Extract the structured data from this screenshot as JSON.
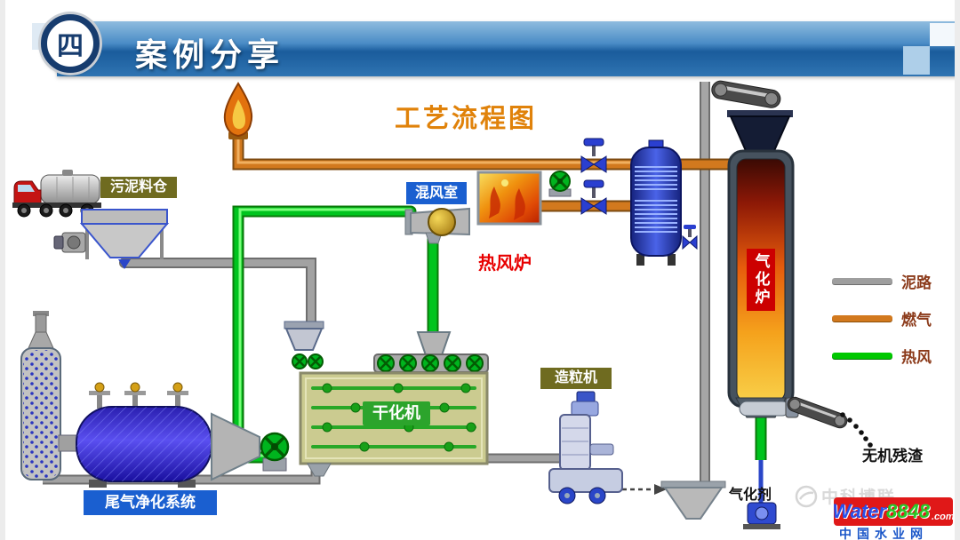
{
  "slide": {
    "section_badge": "四",
    "header_title": "案例分享"
  },
  "diagram": {
    "title": "工艺流程图",
    "equipment_labels": {
      "sludge_silo": "污泥料仓",
      "mixing_chamber": "混风室",
      "hot_blast_stove": "热风炉",
      "gasifier": "气化炉",
      "dryer": "干化机",
      "granulator": "造粒机",
      "tail_gas_purification": "尾气净化系统"
    },
    "flow_labels": {
      "inorganic_residue": "无机残渣",
      "gasification_agent": "气化剂"
    },
    "legend": {
      "items": [
        {
          "label": "泥路",
          "color": "#9e9e9e"
        },
        {
          "label": "燃气",
          "color": "#d2791e"
        },
        {
          "label": "热风",
          "color": "#00c800"
        }
      ]
    },
    "colors": {
      "header_blue": "#1a5c9c",
      "title_orange": "#e0820a",
      "label_olive": "#6f6b20",
      "label_blue": "#1a5fd0",
      "stove_label_red": "#e80000",
      "gasifier_label_red": "#cc0000",
      "dryer_label_green": "#2ca42c"
    }
  },
  "watermark": {
    "company": "中科博联",
    "brand": "Water",
    "brand_number": "8848",
    "brand_suffix": ".com",
    "site_name": "中国水业网"
  }
}
